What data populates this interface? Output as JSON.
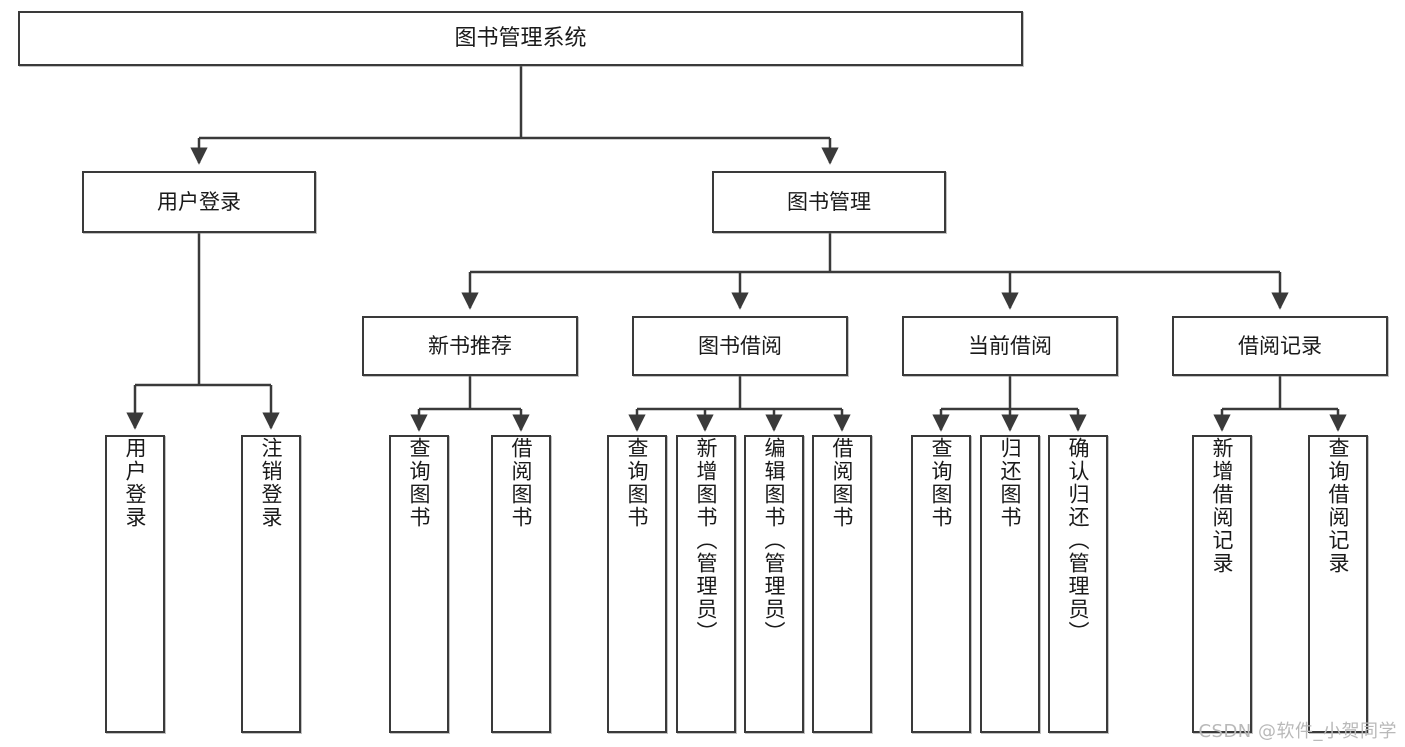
{
  "diagram": {
    "title": "图书管理系统",
    "type": "tree-hierarchy-diagram",
    "colors": {
      "node_border": "#3a3a3a",
      "node_fill": "#ffffff",
      "edge": "#3a3a3a",
      "text": "#1a1a1a",
      "watermark": "#b9b9b9"
    },
    "root": {
      "label": "图书管理系统"
    },
    "level2": [
      {
        "label": "用户登录"
      },
      {
        "label": "图书管理"
      }
    ],
    "level3": [
      {
        "label": "新书推荐"
      },
      {
        "label": "图书借阅"
      },
      {
        "label": "当前借阅"
      },
      {
        "label": "借阅记录"
      }
    ],
    "leaves": {
      "user_login": [
        {
          "label": "用户登录"
        },
        {
          "label": "注销登录"
        }
      ],
      "new_book_recommend": [
        {
          "label": "查询图书"
        },
        {
          "label": "借阅图书"
        }
      ],
      "book_borrow": [
        {
          "label": "查询图书"
        },
        {
          "label": "新增图书（管理员）"
        },
        {
          "label": "编辑图书（管理员）"
        },
        {
          "label": "借阅图书"
        }
      ],
      "current_borrow": [
        {
          "label": "查询图书"
        },
        {
          "label": "归还图书"
        },
        {
          "label": "确认归还（管理员）"
        }
      ],
      "borrow_record": [
        {
          "label": "新增借阅记录"
        },
        {
          "label": "查询借阅记录"
        }
      ]
    }
  },
  "watermark": {
    "text": "CSDN @软件_小贺同学"
  }
}
